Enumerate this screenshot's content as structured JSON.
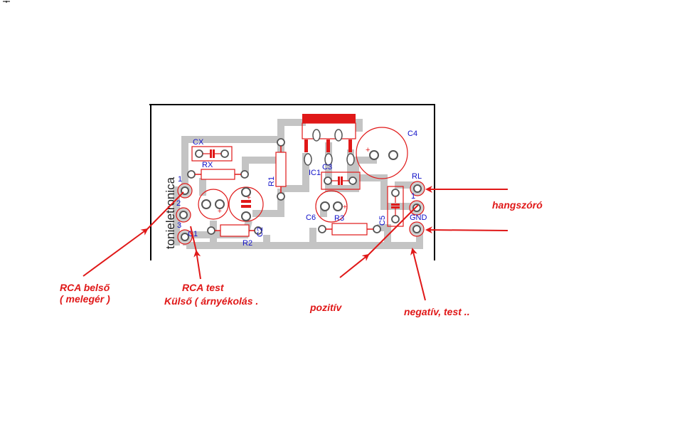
{
  "board": {
    "brand": "tonieletronica",
    "labels": {
      "cx": "CX",
      "rx": "RX",
      "r1": "R1",
      "r2": "R2",
      "r3": "R3",
      "c1": "C1",
      "c2": "C2",
      "c3": "C3",
      "c4": "C4",
      "c5": "C5",
      "c6": "C6",
      "ic1": "IC1",
      "rl": "RL",
      "gnd": "GND",
      "pin1": "1",
      "pin2": "2",
      "pin3": "3",
      "rl_pin": "1"
    }
  },
  "annotations": {
    "hangszoro": "hangszóró",
    "rca_belso_1": "RCA belső",
    "rca_belso_2": "( melegér )",
    "rca_test": "RCA test",
    "kulso": "Külső ( árnyékolás .",
    "pozitiv": "pozitív",
    "negativ": "negatív, test  .."
  },
  "colors": {
    "trace": "#c4c4c4",
    "component": "#e01818",
    "label": "#1010c8",
    "annotation": "#e01818"
  }
}
